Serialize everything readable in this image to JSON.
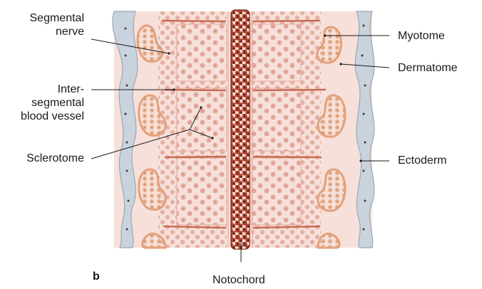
{
  "labels": {
    "segmental_nerve": [
      "Segmental",
      "nerve"
    ],
    "intersegmental_vessel": [
      "Inter-",
      "segmental",
      "blood vessel"
    ],
    "sclerotome": "Sclerotome",
    "myotome": "Myotome",
    "dermatome": "Dermatome",
    "ectoderm": "Ectoderm",
    "notochord": "Notochord",
    "panel": "b"
  },
  "colors": {
    "ectoderm": "#c9d3dd",
    "mesenchyme": "#f6e0d9",
    "somite": "#f0b891",
    "notochord": "#b8432c",
    "vessel": "#c66a55"
  }
}
